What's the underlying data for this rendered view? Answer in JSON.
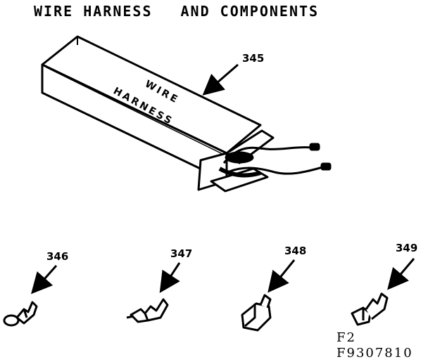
{
  "title": {
    "line_part1": "WIRE HARNESS",
    "line_part2": "AND COMPONENTS"
  },
  "box_label": {
    "line1": "WIRE",
    "line2": "HARNESS"
  },
  "callouts": {
    "harness": "345",
    "part_346": "346",
    "part_347": "347",
    "part_348": "348",
    "part_349": "349"
  },
  "figure_code": {
    "line1": "F2",
    "line2": "F9307810"
  }
}
